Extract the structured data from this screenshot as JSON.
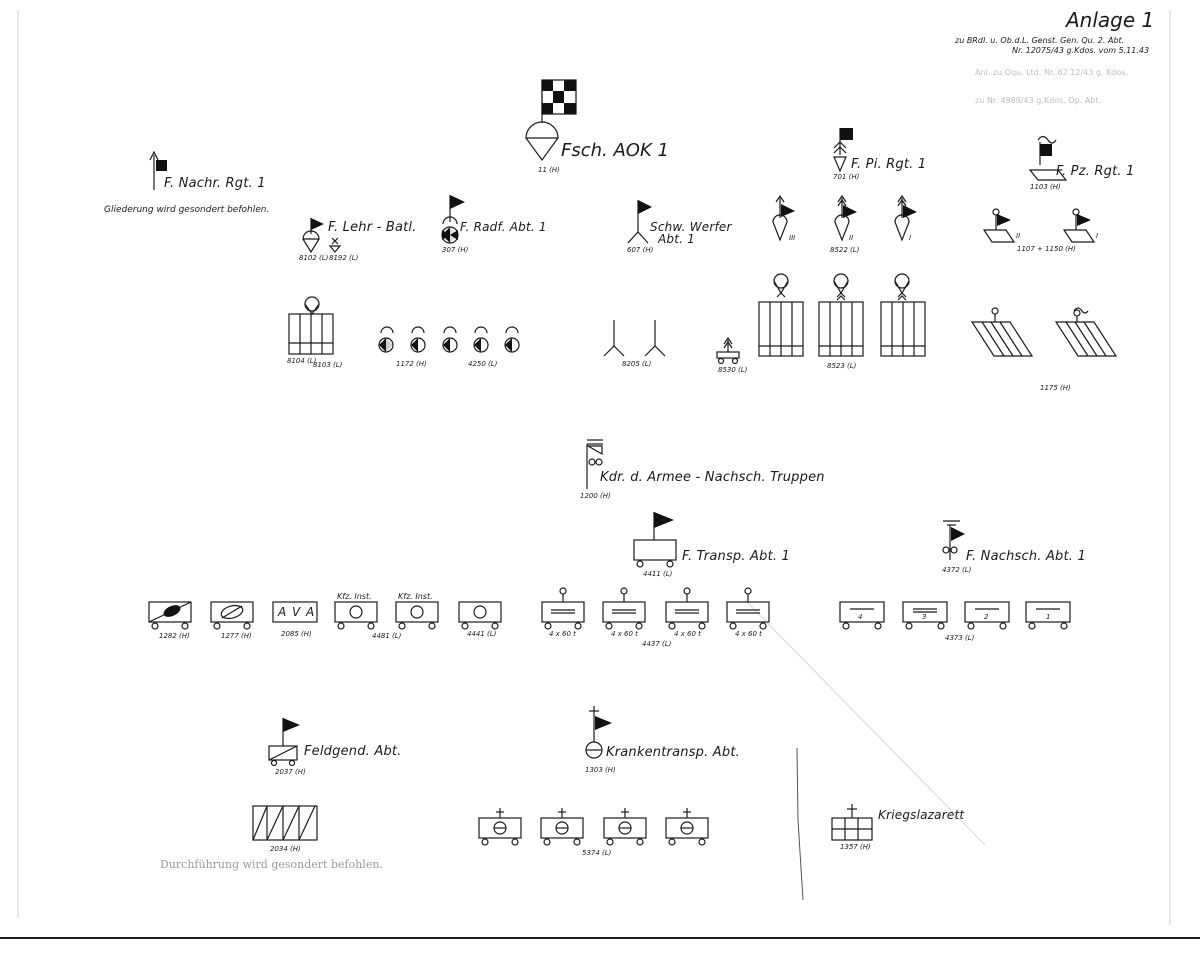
{
  "header": {
    "title": "Anlage 1",
    "line1": "zu BRdl. u. Ob.d.L. Genst. Gen. Qu. 2. Abt.",
    "line2": "Nr. 12075/43 g.Kdos. vom 5.11.43",
    "stamp1": "Anl. zu Oqu. Ltd. Nr. 62 12/43 g. Kdos.",
    "stamp2": "zu Nr. 4989/43 g.Kdos. Op. Abt."
  },
  "units": {
    "aok": {
      "name": "Fsch. AOK 1",
      "num": "11 (H)"
    },
    "nachr": {
      "name": "F. Nachr. Rgt. 1",
      "note": "Gliederung wird gesondert befohlen."
    },
    "lehr": {
      "name": "F. Lehr - Batl.",
      "num_a": "8102 (L)",
      "num_b": "8192 (L)"
    },
    "radf": {
      "name": "F. Radf. Abt. 1",
      "num": "307 (H)"
    },
    "werfer": {
      "name_1": "Schw. Werfer",
      "name_2": "Abt. 1",
      "num": "607 (H)"
    },
    "pi": {
      "name": "F. Pi. Rgt. 1",
      "num": "701 (H)",
      "bat_3": "III",
      "bat_2": "II",
      "bat_1": "I",
      "num_bat": "8522 (L)"
    },
    "pz": {
      "name": "F. Pz. Rgt. 1",
      "num": "1103 (H)",
      "bat_2": "II",
      "bat_1": "I",
      "num_bat": "1107 + 1150 (H)"
    },
    "row3": {
      "lehr_num_a": "8104 (L)",
      "lehr_num_b": "8103 (L)",
      "radf_num_a": "1172 (H)",
      "radf_num_b": "4250 (L)",
      "werfer_num": "8205 (L)",
      "pi_small_num": "8530 (L)",
      "pi_num": "8523 (L)",
      "pz_num": "1175 (H)"
    },
    "kdr": {
      "name": "Kdr. d. Armee - Nachsch. Truppen",
      "num": "1200 (H)"
    },
    "transp": {
      "name": "F. Transp. Abt. 1",
      "num": "4411 (L)"
    },
    "nachsch": {
      "name": "F. Nachsch. Abt. 1",
      "num": "4372 (L)"
    },
    "veh": {
      "v1_num": "1282 (H)",
      "v2_num": "1277 (H)",
      "ava": "A V A",
      "ava_num": "2085 (H)",
      "kfz1": "Kfz. Inst.",
      "kfz2": "Kfz. Inst.",
      "kfz_num": "4481 (L)",
      "v6_num": "4441 (L)",
      "cap": "4 x 60 t",
      "transp_num": "4437 (L)",
      "nachsch_num": "4373 (L)",
      "n4": "4",
      "n3": "3",
      "n2": "2",
      "n1": "1"
    },
    "feldgend": {
      "name": "Feldgend. Abt.",
      "num": "2037 (H)"
    },
    "kranken": {
      "name": "Krankentransp. Abt.",
      "num": "1303 (H)"
    },
    "lazarett": {
      "name": "Kriegslazarett",
      "num": "1357 (H)"
    },
    "bottom": {
      "feld_veh_num": "2034 (H)",
      "feld_note": "Durchführung wird gesondert befohlen.",
      "kranken_veh_num": "5374 (L)"
    }
  }
}
